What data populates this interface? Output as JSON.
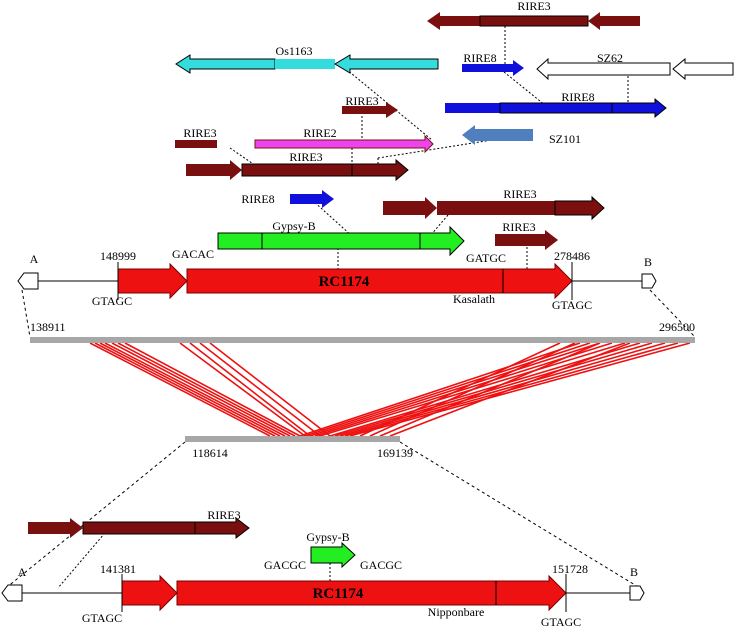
{
  "colors": {
    "red": "#ee1111",
    "dark_red": "#7a0f0f",
    "blue": "#1010dd",
    "cyan": "#33dddd",
    "magenta": "#ee44ee",
    "steel": "#4f7fbf",
    "green": "#22ee22",
    "gray": "#a7a7a7"
  },
  "top": {
    "end_a": "A",
    "end_b": "B",
    "pos_start": "148999",
    "pos_end": "278486",
    "site_left": "GTAGC",
    "site_right": "GTAGC",
    "element": "RC1174",
    "cultivar": "Kasalath",
    "gypsy_b": "Gypsy-B",
    "gypsy_left_site": "GACAC",
    "gypsy_right_site": "GATGC"
  },
  "te_labels": {
    "rire3_top": "RIRE3",
    "os1163": "Os1163",
    "rire8_a": "RIRE8",
    "sz62": "SZ62",
    "rire8_b": "RIRE8",
    "rire3_c": "RIRE3",
    "sz101": "SZ101",
    "rire3_left": "RIRE3",
    "rire2": "RIRE2",
    "rire3_mid": "RIRE3",
    "rire8_c": "RIRE8",
    "rire3_right": "RIRE3",
    "rire3_small": "RIRE3"
  },
  "alignment": {
    "top_start": "138911",
    "top_end": "296500",
    "bottom_start": "118614",
    "bottom_end": "169139"
  },
  "bottom": {
    "end_a": "A",
    "end_b": "B",
    "pos_start": "141381",
    "pos_end": "151728",
    "site_left": "GTAGC",
    "site_right": "GTAGC",
    "element": "RC1174",
    "cultivar": "Nipponbare",
    "rire3": "RIRE3",
    "gypsy_b": "Gypsy-B",
    "gypsy_left_site": "GACGC",
    "gypsy_right_site": "GACGC"
  }
}
